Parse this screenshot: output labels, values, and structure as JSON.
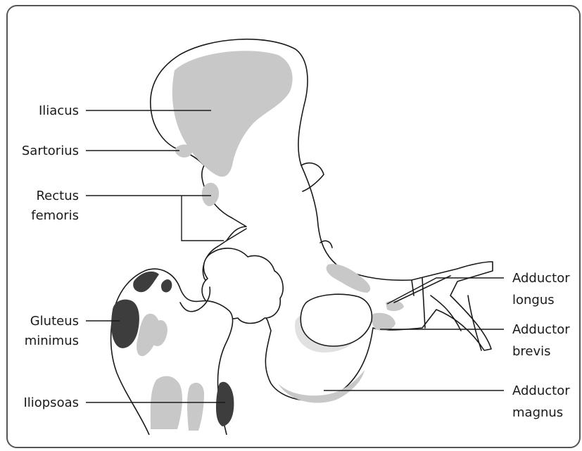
{
  "labels": {
    "iliacus": "Iliacus",
    "sartorius": "Sartorius",
    "rectus_femoris_1": "Rectus",
    "rectus_femoris_2": "femoris",
    "gluteus_minimus_1": "Gluteus",
    "gluteus_minimus_2": "minimus",
    "iliopsoas": "Iliopsoas",
    "adductor_longus_1": "Adductor",
    "adductor_longus_2": "longus",
    "adductor_brevis_1": "Adductor",
    "adductor_brevis_2": "brevis",
    "adductor_magnus_1": "Adductor",
    "adductor_magnus_2": "magnus"
  },
  "colors": {
    "origin_area": "#c8c8c8",
    "insertion_area": "#3d3d3d",
    "outline": "#1a1a1a",
    "frame": "#555555"
  }
}
